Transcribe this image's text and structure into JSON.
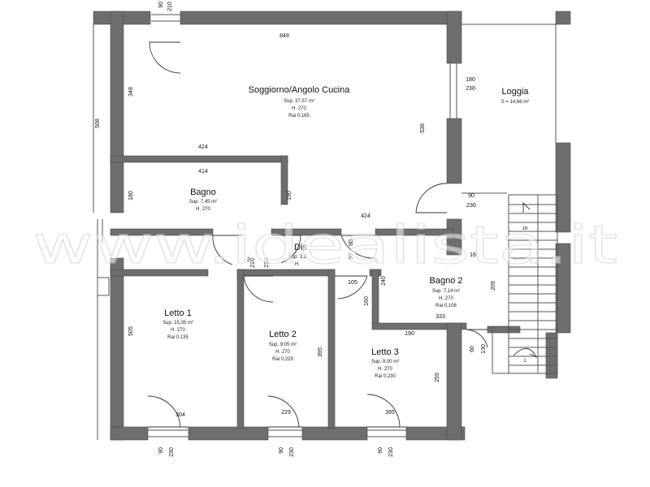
{
  "rooms": {
    "soggiorno": {
      "name": "Soggiorno/Angolo Cucina",
      "sup": "Sup. 37,57 m²",
      "h": "H. 270",
      "rai": "Rai 0.165"
    },
    "loggia": {
      "name": "Loggia",
      "sup": "S = 14,66 m²"
    },
    "bagno": {
      "name": "Bagno",
      "sup": "Sup. 7,45 m²",
      "h": "H. 270"
    },
    "disimpegno": {
      "name": "Dis",
      "sup": "Sup. 3,2",
      "h": "H."
    },
    "bagno2": {
      "name": "Bagno 2",
      "sup": "Sup. 7,14 m²",
      "h": "H. 270",
      "rai": "Rai 0,108"
    },
    "letto1": {
      "name": "Letto 1",
      "sup": "Sup. 15,35 m²",
      "h": "H. 270",
      "rai": "Rai 0,135"
    },
    "letto2": {
      "name": "Letto 2",
      "sup": "Sup. 9,05 m²",
      "h": "H. 270",
      "rai": "Rai 0,229"
    },
    "letto3": {
      "name": "Letto 3",
      "sup": "Sup. 9,00 m²",
      "h": "H. 270",
      "rai": "Rai 0,230"
    }
  },
  "dimensions": {
    "d848": "848",
    "d348": "348",
    "d508": "508",
    "d538": "538",
    "d424a": "424",
    "d414": "414",
    "d180": "180",
    "d190a": "190",
    "d424b": "424",
    "d210a": "210",
    "d210b": "210",
    "d2": "2",
    "d80": "80",
    "d30": "30",
    "d105": "105",
    "d240": "240",
    "d160": "160",
    "d209": "209",
    "d333": "333",
    "d190b": "190",
    "d16": "16",
    "d505": "505",
    "d395a": "395",
    "d255": "255",
    "d304": "304",
    "d229": "229",
    "d395b": "395",
    "d60": "60",
    "d130": "130",
    "w180": "180",
    "w230a": "230",
    "w90a": "90",
    "w230b": "230",
    "t90": "90",
    "t210": "210",
    "b90a": "90",
    "b230a": "230",
    "b90b": "90",
    "b230b": "230",
    "b90c": "90",
    "b230c": "230"
  },
  "stairs": {
    "numbers": [
      "16",
      "1"
    ]
  },
  "watermark": "www.idealista.it"
}
